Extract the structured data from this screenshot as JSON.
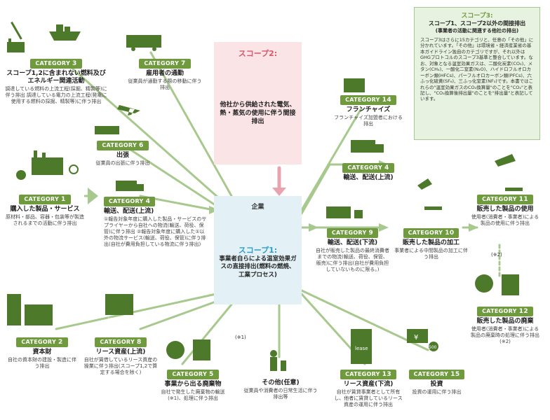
{
  "scope2": {
    "heading": "スコープ2:",
    "body": "他社から供給された電気、熱・蒸気の使用に伴う間接排出"
  },
  "company": {
    "label": "企業",
    "scope1_heading": "スコープ1:",
    "scope1_body": "事業者自らによる温室効果ガスの直接排出(燃料の燃焼、工業プロセス)"
  },
  "scope3_box": {
    "heading": "スコープ3:",
    "title": "スコープ1、スコープ2以外の間接排出",
    "subtitle": "(事業者の活動に関連する他社の排出)",
    "body": "スコープ3はさらに15カテゴリと、任意の「その他」に分かれています。「その他」は環境省・経済産業省の基本ガイドライン独自のカテゴリですが、それ以外はGHGプロトコルのスコープ3基準と整合しています。なお、対象となる温室効果ガスは、二酸化炭素(CO₂)、メタン(CH₄)、一酸化二窒素(N₂O)、ハイドロフルオロカーボン類(HFCs)、パーフルオロカーボン類(PFCs)、六ふっ化硫黄(SF₆)、三ふっ化窒素(NF₃)です。本書ではこれらの\"温室効果ガスのCO₂換算量\"のことを\"CO₂\"と表記し、\"CO₂換算後排出量\"のことを\"排出量\"と表記しています。"
  },
  "category_word": "CATEGORY",
  "categories": [
    {
      "num": "1",
      "title": "購入した製品・サービス",
      "desc": "原材料・部品、容器・包装等が製造されるまでの活動に伴う排出"
    },
    {
      "num": "2",
      "title": "資本財",
      "desc": "自社の資本財の建設・製造に伴う排出"
    },
    {
      "num": "3",
      "title": "スコープ1,2に含まれない燃料及びエネルギー関連活動",
      "desc": "調達している燃料の上流工程(採掘、精製等)に伴う排出 調達している電力の上流工程(発電に使用する燃料の採掘、精製等)に伴う排出"
    },
    {
      "num": "4",
      "title": "輸送、配送(上流)",
      "desc": "①報告対象年度に購入した製品・サービスのサプライヤーから自社への物流(輸送、荷役、保管)に伴う排出 ②報告対象年度に購入した①以外の物流サービス(輸送、荷役、保管)に伴う排出(自社が費用負担している物流に伴う排出)"
    },
    {
      "num": "4",
      "title": "輸送、配送(上流)",
      "desc": ""
    },
    {
      "num": "5",
      "title": "事業から出る廃棄物",
      "desc": "自社で発生した廃棄物の輸送(※1)、処理に伴う排出"
    },
    {
      "num": "6",
      "title": "出張",
      "desc": "従業員の出張に伴う排出"
    },
    {
      "num": "7",
      "title": "雇用者の通勤",
      "desc": "従業員が通勤する際の移動に伴う排出"
    },
    {
      "num": "8",
      "title": "リース資産(上流)",
      "desc": "自社が賃借しているリース資産の操業に伴う排出(スコープ1,2で算定する場合を除く)"
    },
    {
      "num": "9",
      "title": "輸送、配送(下流)",
      "desc": "自社が販売した製品の最終消費者までの物流(輸送、荷役、保管、販売)に伴う排出(自社が費用負担していないものに限る。)"
    },
    {
      "num": "10",
      "title": "販売した製品の加工",
      "desc": "事業者による中間製品の加工に伴う排出"
    },
    {
      "num": "11",
      "title": "販売した製品の使用",
      "desc": "使用者(消費者・事業者)による製品の使用に伴う排出"
    },
    {
      "num": "12",
      "title": "販売した製品の廃棄",
      "desc": "使用者(消費者・事業者)による製品の廃棄時の処理に伴う排出(※2)"
    },
    {
      "num": "13",
      "title": "リース資産(下流)",
      "desc": "自社が賃貸事業者として所有し、他者に賃貸しているリース資産の運用に伴う排出"
    },
    {
      "num": "14",
      "title": "フランチャイズ",
      "desc": "フランチャイズ加盟者における排出"
    },
    {
      "num": "15",
      "title": "投資",
      "desc": "投資の運用に伴う排出"
    }
  ],
  "other": {
    "title": "その他(任意)",
    "desc": "従業員や消費者の日常生活に伴う排出等"
  },
  "notes": {
    "n1": "(※1)",
    "n2": "(※2)"
  },
  "icons": {
    "lease_label": "lease",
    "yen": "¥",
    "coin": "500"
  },
  "colors": {
    "category": "#6f9a3e",
    "lines": "#a7c98d",
    "scope2_bg": "#fbe4e6",
    "scope2_text": "#d9566b",
    "company_bg": "#e3f1f6",
    "scope1_text": "#2e9fc7",
    "scope3_bg": "#e8f2e0",
    "icon": "#4d7a2a"
  }
}
